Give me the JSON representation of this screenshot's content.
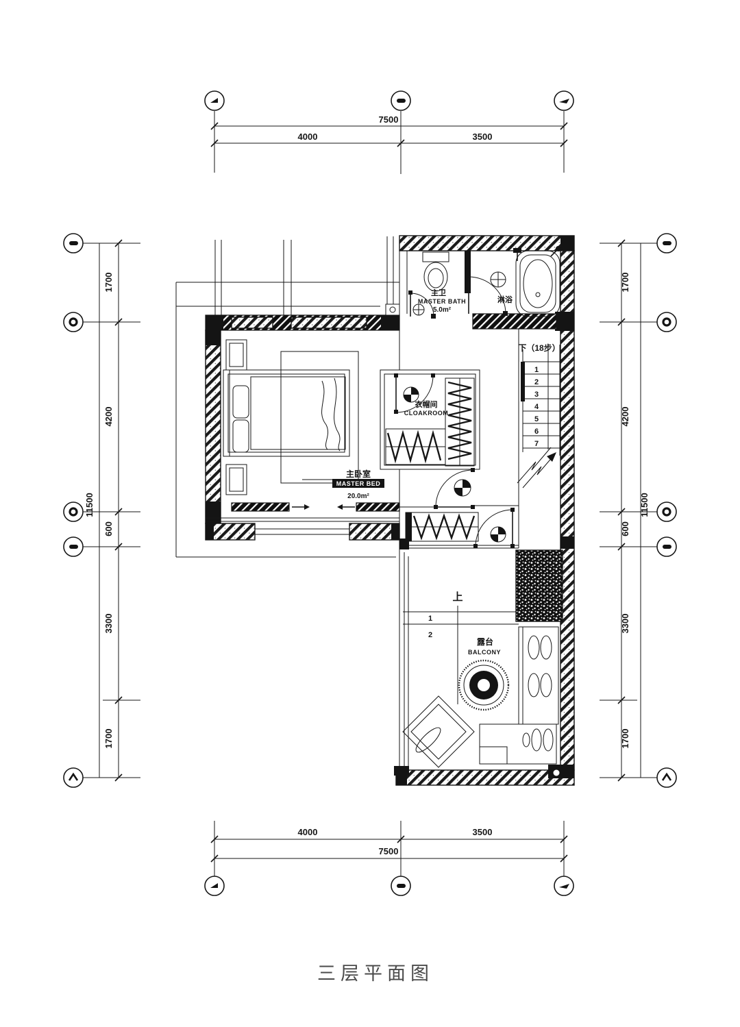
{
  "title": "三层平面图",
  "colors": {
    "ink": "#141414",
    "title_gray": "#4a4a4a",
    "paper": "#ffffff"
  },
  "dims": {
    "top": {
      "total": "7500",
      "segs": [
        "4000",
        "3500"
      ]
    },
    "bottom": {
      "total": "7500",
      "segs": [
        "4000",
        "3500"
      ]
    },
    "left": {
      "total": "11500",
      "segs": [
        "1700",
        "4200",
        "600",
        "3300",
        "1700"
      ]
    },
    "right": {
      "total": "11500",
      "segs": [
        "1700",
        "4200",
        "600",
        "3300",
        "1700"
      ]
    }
  },
  "grid_bubbles": {
    "columns": [
      "flag-mark",
      "bar-mark",
      "arrow-mark"
    ],
    "rows": [
      "bar-mark",
      "ring-mark",
      "ring-mark",
      "bar-mark",
      "chevron-mark"
    ]
  },
  "rooms": {
    "master_bath": {
      "cn": "主卫",
      "en": "MASTER BATH",
      "area": "5.0m²"
    },
    "shower": {
      "cn": "淋浴"
    },
    "cloakroom": {
      "cn": "衣帽间",
      "en": "CLOAKROOM"
    },
    "master_bedroom": {
      "cn": "主卧室",
      "en": "MASTER BED",
      "area": "20.0m²"
    },
    "balcony": {
      "cn": "露台",
      "en": "BALCONY",
      "up": "上",
      "steps": [
        "1",
        "2"
      ]
    }
  },
  "stairs": {
    "label": "下（18步）",
    "steps": [
      "1",
      "2",
      "3",
      "4",
      "5",
      "6",
      "7"
    ]
  }
}
